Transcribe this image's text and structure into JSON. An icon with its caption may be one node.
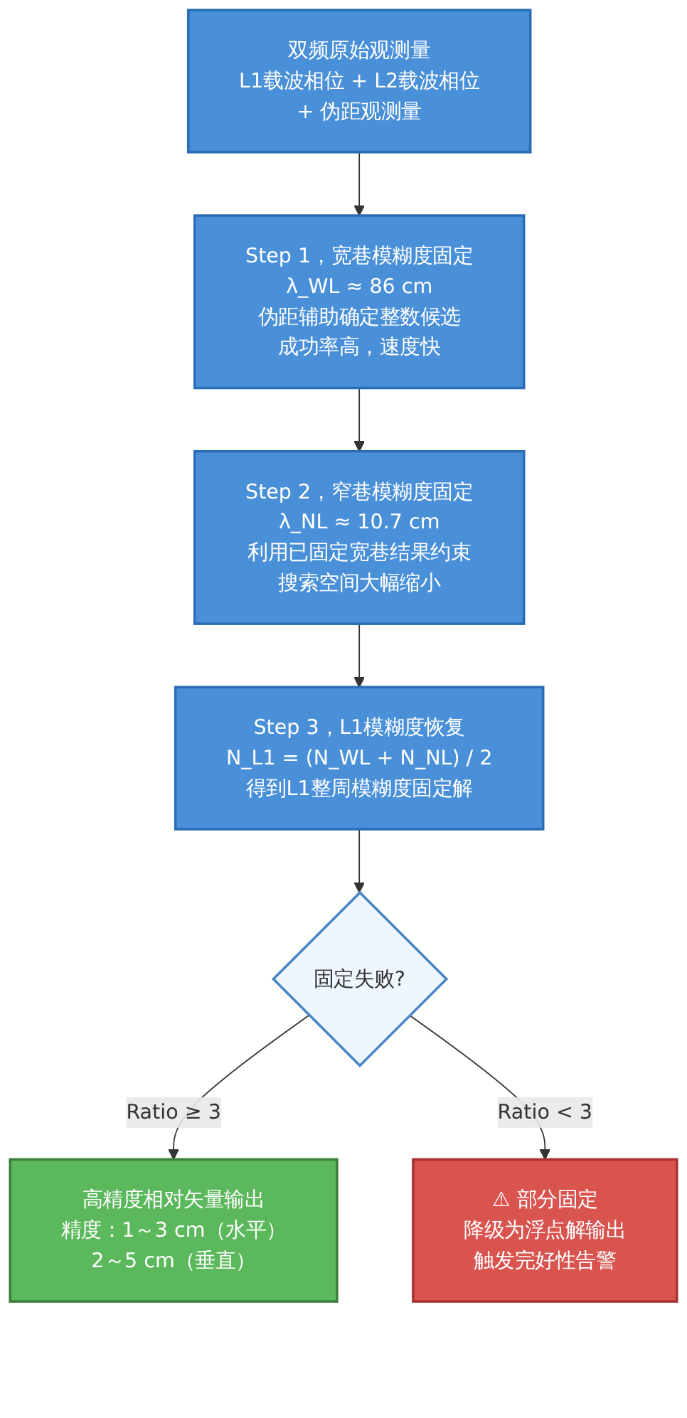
{
  "diagram": {
    "nodes": [
      {
        "text": [
          "双频原始观测量",
          "L1载波相位 + L2载波相位",
          "+ 伪距观测量"
        ]
      },
      {
        "text": [
          "Step 1，宽巷模糊度固定",
          "λ_WL ≈ 86 cm",
          "伪距辅助确定整数候选",
          "成功率高，速度快"
        ]
      },
      {
        "text": [
          "Step 2，窄巷模糊度固定",
          "λ_NL ≈ 10.7 cm",
          "利用已固定宽巷结果约束",
          "搜索空间大幅缩小"
        ]
      },
      {
        "text": [
          "Step 3，L1模糊度恢复",
          "N_L1 = (N_WL + N_NL) / 2",
          "得到L1整周模糊度固定解"
        ]
      },
      {
        "text": [
          "固定失败?"
        ]
      },
      {
        "text": [
          "高精度相对矢量输出",
          "精度：1～3 cm（水平）",
          "2～5 cm（垂直）"
        ]
      },
      {
        "text": [
          "⚠ 部分固定",
          "降级为浮点解输出",
          "触发完好性告警"
        ]
      }
    ],
    "edges": [
      {
        "from": 0,
        "to": 1,
        "arrow": "to"
      },
      {
        "from": 1,
        "to": 2,
        "arrow": "to"
      },
      {
        "from": 2,
        "to": 3,
        "arrow": "to"
      },
      {
        "from": 3,
        "to": 4,
        "arrow": "to"
      },
      {
        "from": 4,
        "to": 5,
        "label": "Ratio ≥ 3",
        "arrow": "to"
      },
      {
        "from": 4,
        "to": 6,
        "label": "Ratio < 3",
        "arrow": "to"
      }
    ]
  }
}
